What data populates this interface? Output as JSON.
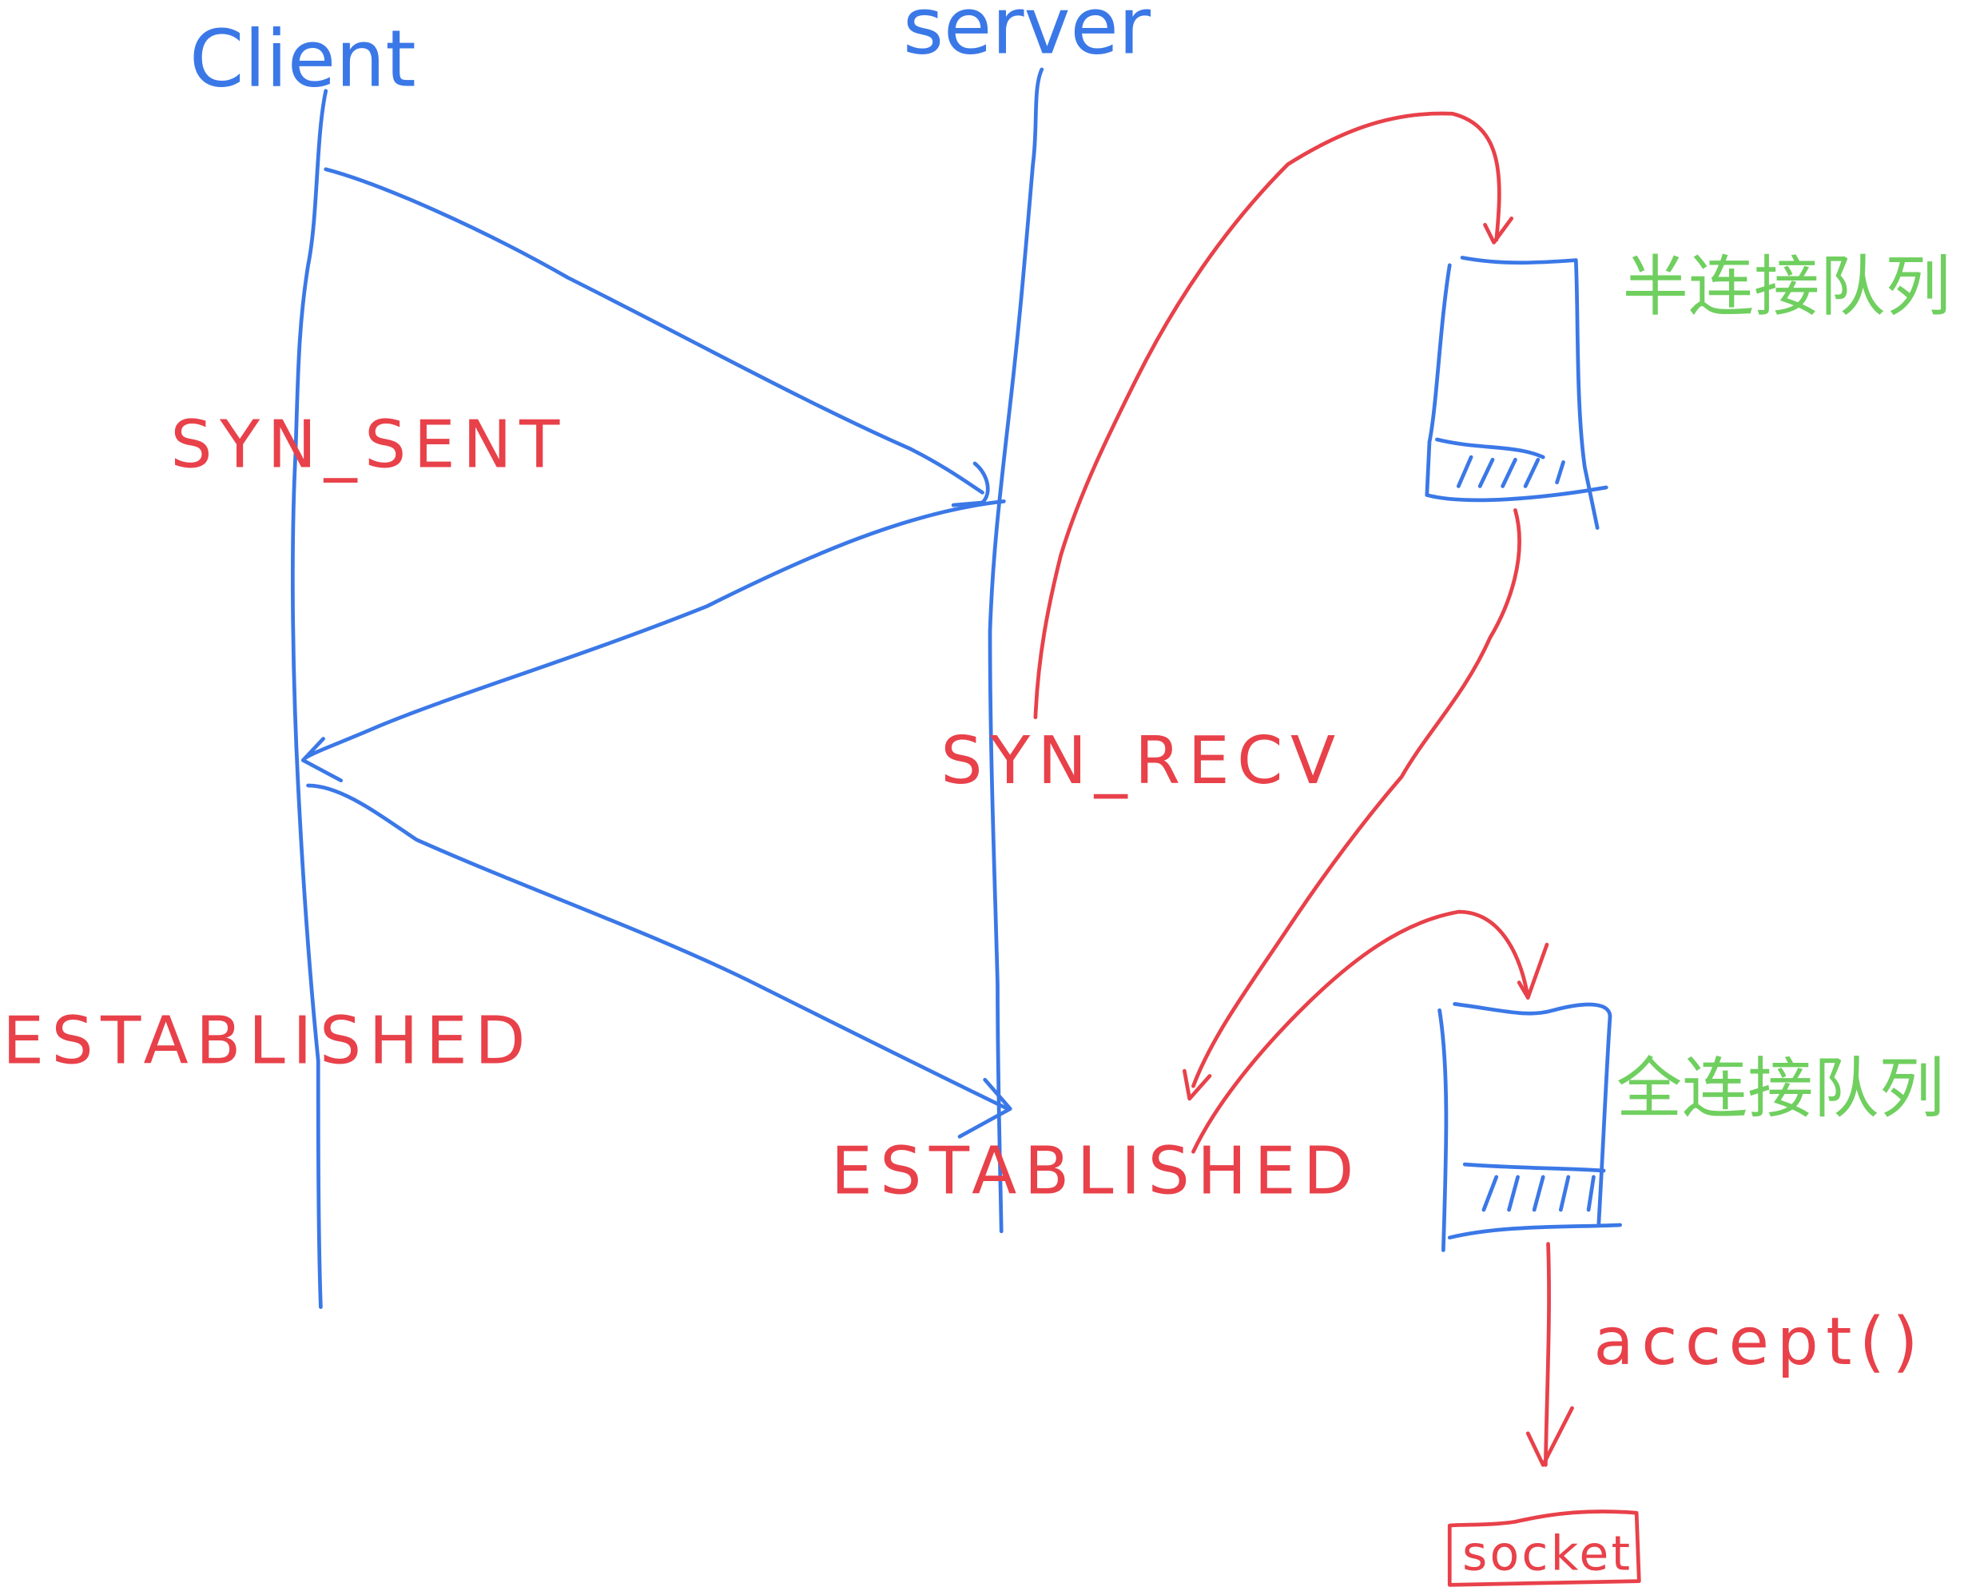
{
  "title": "TCP three-way handshake with SYN and accept queues",
  "colors": {
    "lines": "#3b78e7",
    "states": "#e8414a",
    "queues": "#6fcf5f"
  },
  "actors": {
    "client": "Client",
    "server": "server"
  },
  "states": {
    "syn_sent": "SYN_SENT",
    "syn_recv": "SYN_RECV",
    "client_established": "ESTABLISHED",
    "server_established": "ESTABLISHED"
  },
  "queues": {
    "half": "半连接队列",
    "full": "全连接队列"
  },
  "call": "accept()",
  "result": "socket"
}
